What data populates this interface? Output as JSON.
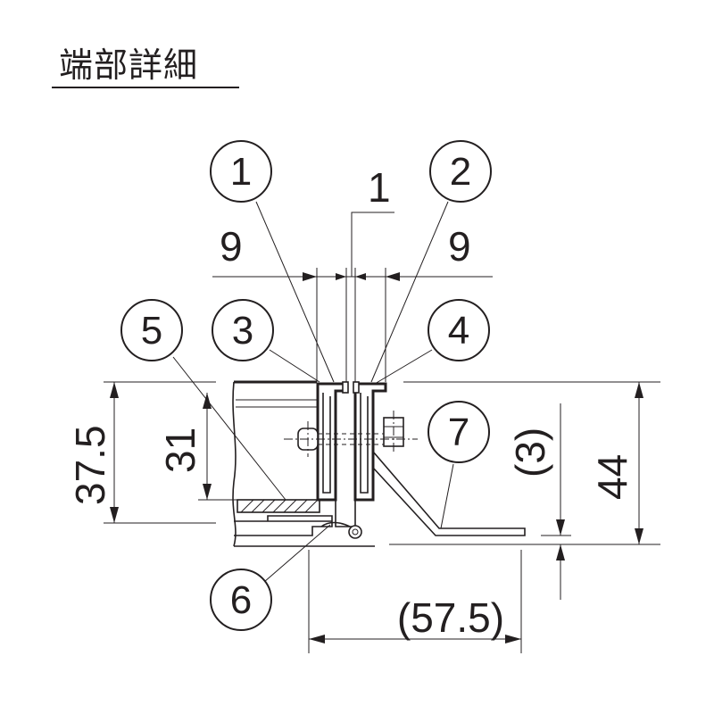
{
  "title": "端部詳細",
  "callouts": [
    {
      "id": "callout-1",
      "number": "1"
    },
    {
      "id": "callout-2",
      "number": "2"
    },
    {
      "id": "callout-3",
      "number": "3"
    },
    {
      "id": "callout-4",
      "number": "4"
    },
    {
      "id": "callout-5",
      "number": "5"
    },
    {
      "id": "callout-6",
      "number": "6"
    },
    {
      "id": "callout-7",
      "number": "7"
    }
  ],
  "dimensions": {
    "gap_width": "1",
    "left_width": "9",
    "right_width": "9",
    "overall_left_height": "37.5",
    "inner_left_height": "31",
    "overall_right_height": "44",
    "bottom_offset": "(3)",
    "bottom_width": "(57.5)"
  },
  "colors": {
    "line": "#231f20",
    "background": "#ffffff"
  }
}
